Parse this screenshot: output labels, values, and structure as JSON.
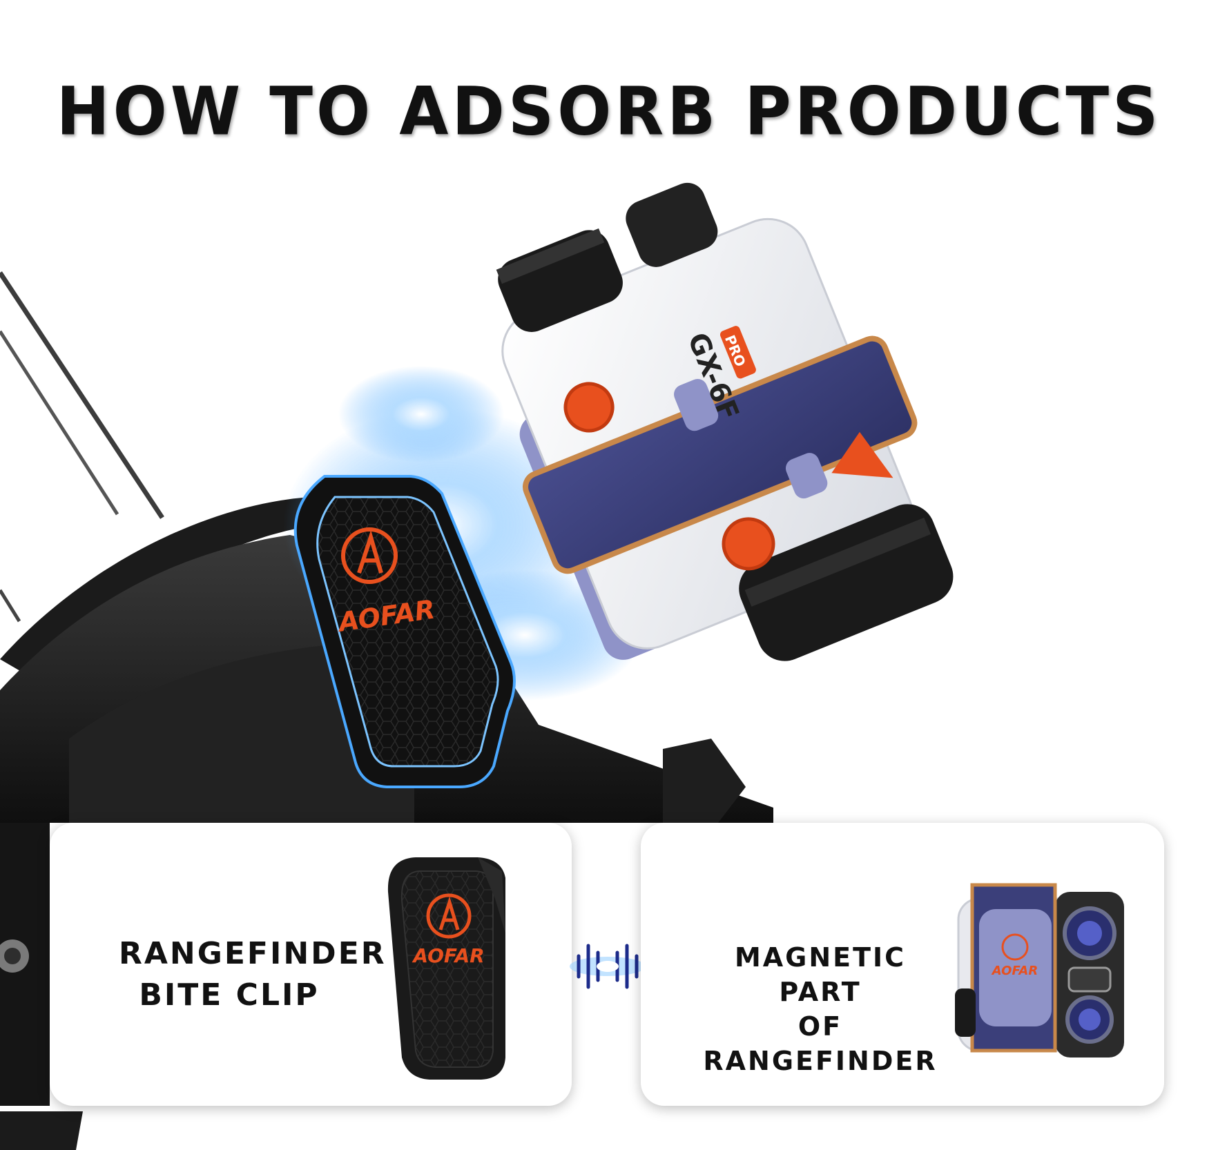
{
  "title": "HOW TO ADSORB PRODUCTS",
  "brand": "AOFAR",
  "rangefinder_model": "GX-6F",
  "rangefinder_badge": "PRO",
  "cards": [
    {
      "line1": "RANGEFINDER",
      "line2": "BITE CLIP"
    },
    {
      "line1": "MAGNETIC PART",
      "line2": "OF RANGEFINDER"
    }
  ],
  "colors": {
    "accent_orange": "#e8501e",
    "strap_navy": "#3b3f7a",
    "strap_trim": "#c8884a",
    "mount_lavender": "#8f93c8",
    "glow_blue": "#4aa8ff",
    "dark": "#1a1a1a",
    "title": "#111111"
  }
}
